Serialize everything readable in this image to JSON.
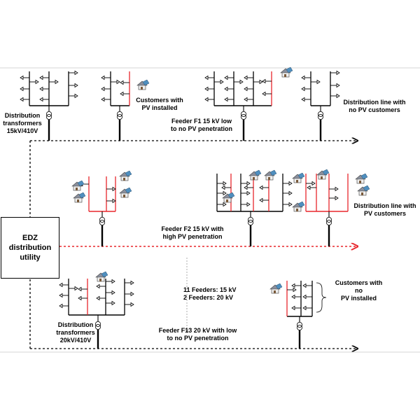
{
  "labels": {
    "dist_transformers_15kv": [
      "Distribution",
      "transformers",
      "15kV/410V"
    ],
    "customers_pv_installed": [
      "Customers with",
      "PV installed"
    ],
    "feeder_f1": [
      "Feeder F1 15 kV low",
      "to no PV penetration"
    ],
    "line_no_pv": [
      "Distribution line with",
      "no PV customers"
    ],
    "line_pv": [
      "Distribution line with",
      "PV customers"
    ],
    "feeder_f2": [
      "Feeder F2 15 kV with",
      "high PV penetration"
    ],
    "edz": [
      "EDZ",
      "distribution",
      "utility"
    ],
    "feeder_counts": [
      "11 Feeders: 15 kV",
      "2 Feeders:  20 kV"
    ],
    "customers_no_pv": [
      "Customers with",
      "no",
      "PV installed"
    ],
    "dist_transformers_20kv": [
      "Distribution",
      "transformers",
      "20kV/410V"
    ],
    "feeder_f13": [
      "Feeder F13 20 kV with low",
      "to no PV penetration"
    ]
  },
  "colors": {
    "line": "#000000",
    "pv_line": "#e8262c",
    "pv_feeder": "#e8262c",
    "separator": "#c8c8c8"
  },
  "icons": {
    "customer": "arrow-house-icon",
    "pv_customer": "house-with-solar-panel-icon",
    "transformer": "transformer-icon"
  }
}
